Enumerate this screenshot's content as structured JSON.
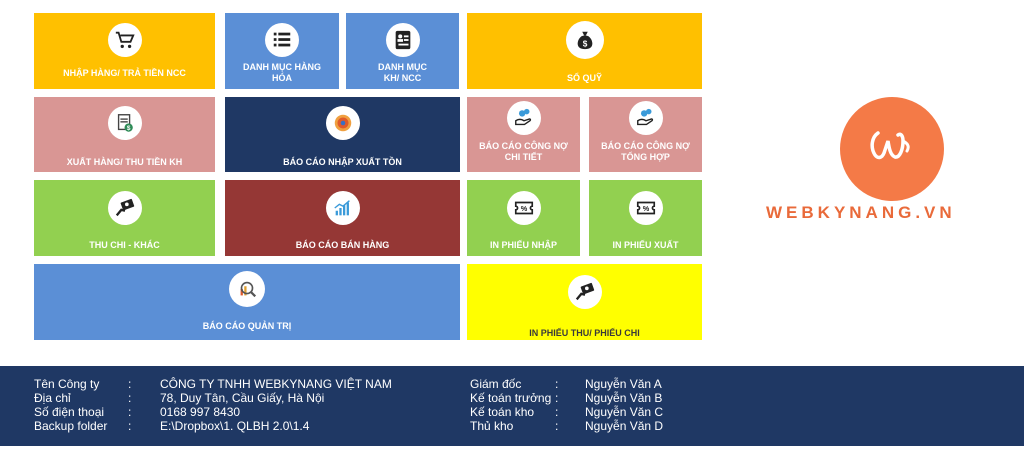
{
  "tiles": {
    "nhap_hang": "NHẬP HÀNG/ TRẢ TIỀN NCC",
    "danh_muc_hang_hoa": "DANH MỤC HÀNG HÓA",
    "danh_muc_kh_ncc": "DANH MỤC KH/ NCC",
    "so_quy": "SỔ QUỸ",
    "xuat_hang": "XUẤT HÀNG/ THU TIỀN KH",
    "bao_cao_nxt": "BÁO CÁO NHẬP XUẤT TỒN",
    "cong_no_chi_tiet": "BÁO CÁO CÔNG NỢ CHI TIẾT",
    "cong_no_tong_hop": "BÁO CÁO CÔNG NỢ TỔNG HỢP",
    "thu_chi_khac": "THU CHI - KHÁC",
    "bao_cao_ban_hang": "BÁO CÁO BÁN HÀNG",
    "in_phieu_nhap": "IN PHIẾU NHẬP",
    "in_phieu_xuat": "IN PHIẾU XUẤT",
    "bao_cao_quan_tri": "BÁO CÁO QUẢN TRỊ",
    "in_phieu_thu_chi": "IN PHIẾU THU/ PHIẾU CHI"
  },
  "logo": {
    "text": "WEBKYNANG.VN",
    "mark": "w"
  },
  "info": {
    "colon": ":",
    "company_label": "Tên Công ty",
    "company_value": "CÔNG TY TNHH WEBKYNANG VIỆT NAM",
    "address_label": "Địa chỉ",
    "address_value": "78, Duy Tân, Cầu Giấy, Hà Nội",
    "phone_label": "Số điện thoại",
    "phone_value": "0168 997 8430",
    "backup_label": "Backup folder",
    "backup_value": "E:\\Dropbox\\1. QLBH 2.0\\1.4",
    "director_label": "Giám đốc",
    "director_value": "Nguyễn Văn A",
    "chief_acc_label": "Kế toán trưởng",
    "chief_acc_value": "Nguyễn Văn B",
    "store_acc_label": "Kế toán kho",
    "store_acc_value": "Nguyễn Văn C",
    "storekeeper_label": "Thủ kho",
    "storekeeper_value": "Nguyễn Văn D"
  },
  "colors": {
    "orange": "#ffc000",
    "blue": "#5b8fd6",
    "pink": "#d99694",
    "navy": "#1f3864",
    "green": "#92d050",
    "red": "#953735",
    "yellow": "#ffff00",
    "logo": "#f47a47"
  }
}
